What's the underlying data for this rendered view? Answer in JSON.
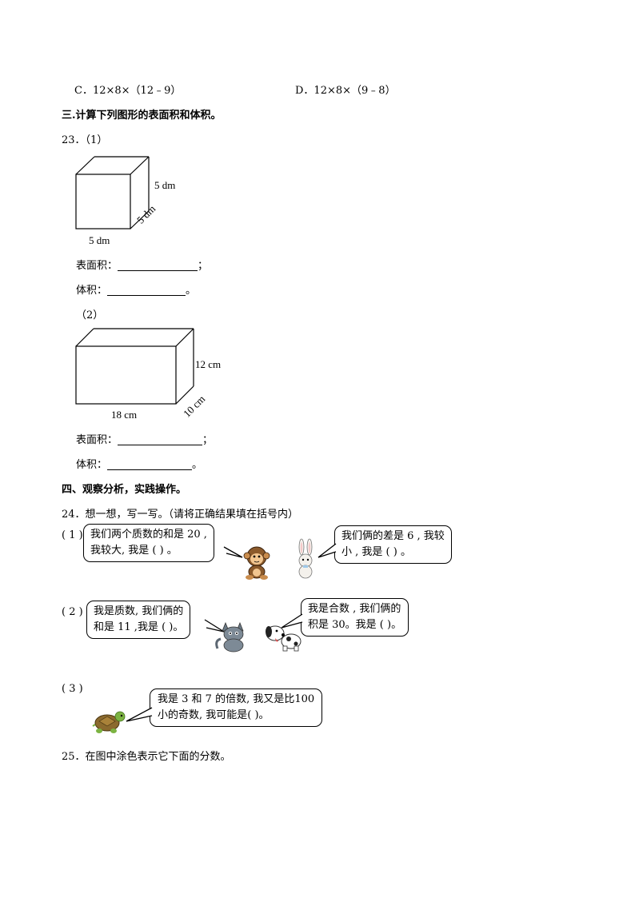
{
  "options": {
    "c": "C．12×8×（12﹣9）",
    "d": "D．12×8×（9﹣8）"
  },
  "section3": {
    "heading": "三.计算下列图形的表面积和体积。",
    "q23_label": "23．（1）",
    "cube": {
      "height_label": "5 dm",
      "depth_label": "5 dm",
      "width_label": "5 dm"
    },
    "surface_label_1": "表面积：",
    "surface_end_1": "；",
    "volume_label_1": "体积：",
    "volume_end_1": "。",
    "part2_label": "（2）",
    "cuboid": {
      "height_label": "12 cm",
      "depth_label": "10 cm",
      "width_label": "18 cm"
    },
    "surface_label_2": "表面积：",
    "surface_end_2": "；",
    "volume_label_2": "体积：",
    "volume_end_2": "。"
  },
  "section4": {
    "heading": "四、观察分析，实践操作。",
    "q24_title": "24．想一想，写一写。（请将正确结果填在括号内）",
    "p1_label": "( 1 )",
    "bubble1_line1": "我们两个质数的和是 20 ,",
    "bubble1_line2": "我较大, 我是 (        ) 。",
    "bubble2_line1": "我们俩的差是  6 , 我较",
    "bubble2_line2": "小 , 我是 (        ) 。",
    "p2_label": "( 2 )",
    "bubble3_line1": "我是质数, 我们俩的",
    "bubble3_line2": "和是 11  ,我是 (    )。",
    "bubble4_line1": "我是合数 , 我们俩的",
    "bubble4_line2": "积是 30。我是 (    )。",
    "p3_label": "( 3 )",
    "bubble5_line1": "我是 3 和 7 的倍数, 我又是比100",
    "bubble5_line2": "小的奇数, 我可能是(        )。",
    "q25": "25．在图中涂色表示它下面的分数。"
  },
  "icons": [
    "monkey-icon",
    "rabbit-icon",
    "cat-icon",
    "dog-icon",
    "turtle-icon"
  ]
}
